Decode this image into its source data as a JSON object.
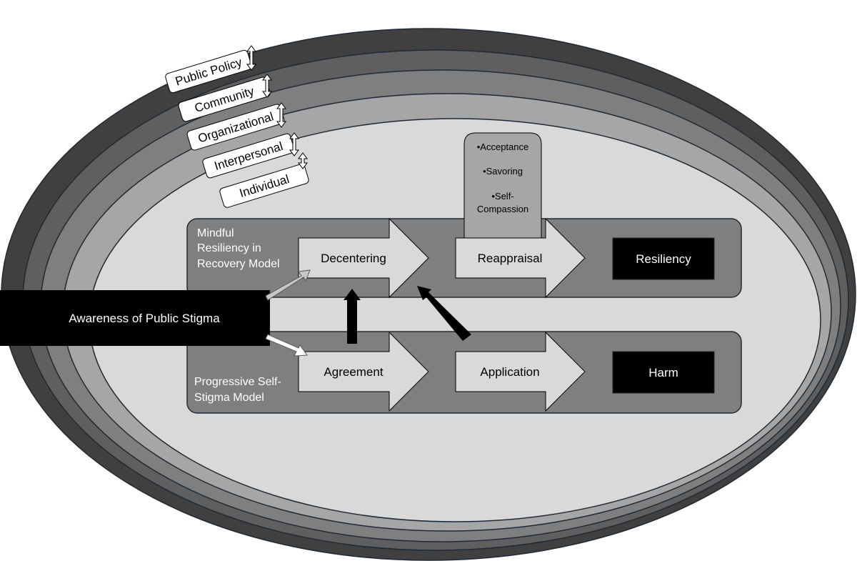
{
  "levels": [
    "Public Policy",
    "Community",
    "Organizational",
    "Interpersonal",
    "Individual"
  ],
  "supports": {
    "items": [
      "•Acceptance",
      "•Savoring",
      "•Self-",
      "Compassion"
    ]
  },
  "mrrm": {
    "label_lines": [
      "Mindful",
      "Resiliency in",
      "Recovery Model"
    ],
    "step1": "Decentering",
    "step2": "Reappraisal",
    "outcome": "Resiliency"
  },
  "pssm": {
    "label_lines": [
      "Progressive Self-",
      "Stigma Model"
    ],
    "step1": "Agreement",
    "step2": "Application",
    "outcome": "Harm"
  },
  "source": "Awareness of Public Stigma",
  "colors": {
    "ring_outer": "#404040",
    "ring_2": "#5f5f5f",
    "ring_3": "#7f7f7f",
    "ring_4": "#a6a6a6",
    "ring_inner": "#d9d9d9",
    "band": "#7f7f7f",
    "box_light": "#d9d9d9",
    "black": "#000000"
  }
}
